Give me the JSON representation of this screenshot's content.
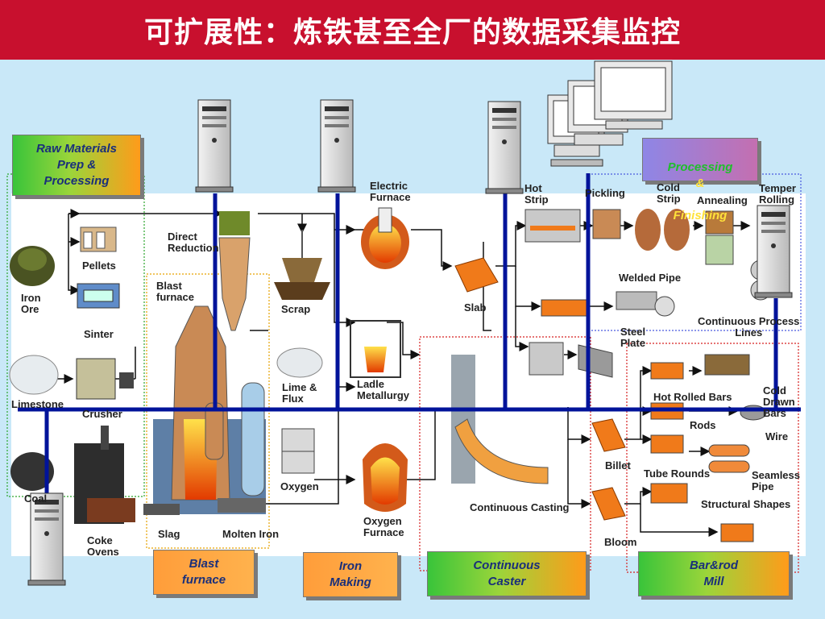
{
  "title": "可扩展性：炼铁甚至全厂的数据采集监控",
  "colors": {
    "title_bar": "#c8102e",
    "background": "#c9e8f8",
    "bus_line": "#00139a",
    "accent_orange": "#ff9b1a",
    "accent_green": "#39c43a"
  },
  "stage_boxes": {
    "raw_materials": "Raw Materials\nPrep &\nProcessing",
    "processing_a": "Processing",
    "processing_amp": "&",
    "processing_b": "Finishing",
    "blast_furnace": "Blast\nfurnace",
    "iron_making": "Iron\nMaking",
    "continuous_caster": "Continuous\nCaster",
    "bar_rod_mill": "Bar&rod\nMill"
  },
  "labels": {
    "pellets": "Pellets",
    "iron_ore": "Iron\nOre",
    "sinter": "Sinter",
    "limestone": "Limestone",
    "crusher": "Crusher",
    "coal": "Coal",
    "coke_ovens": "Coke\nOvens",
    "direct_reduction": "Direct\nReduction",
    "blast_furnace_unit": "Blast\nfurnace",
    "slag": "Slag",
    "molten_iron": "Molten Iron",
    "scrap": "Scrap",
    "lime_flux": "Lime &\nFlux",
    "oxygen": "Oxygen",
    "electric_furnace": "Electric\nFurnace",
    "ladle_metallurgy": "Ladle\nMetallurgy",
    "oxygen_furnace": "Oxygen\nFurnace",
    "slab": "Slab",
    "continuous_casting": "Continuous Casting",
    "hot_strip": "Hot\nStrip",
    "pickling": "Pickling",
    "cold_strip": "Cold\nStrip",
    "annealing": "Annealing",
    "temper_rolling": "Temper\nRolling",
    "welded_pipe": "Welded Pipe",
    "steel_plate": "Steel\nPlate",
    "continuous_process_lines": "Continuous Process\nLines",
    "hot_rolled_bars": "Hot Rolled Bars",
    "cold_drawn_bars": "Cold\nDrawn\nBars",
    "rods": "Rods",
    "wire": "Wire",
    "billet": "Billet",
    "tube_rounds": "Tube Rounds",
    "seamless_pipe": "Seamless\nPipe",
    "structural_shapes": "Structural Shapes",
    "bloom": "Bloom"
  },
  "icons": {
    "server": "server-tower-icon",
    "workstation": "workstation-monitors-icon"
  }
}
